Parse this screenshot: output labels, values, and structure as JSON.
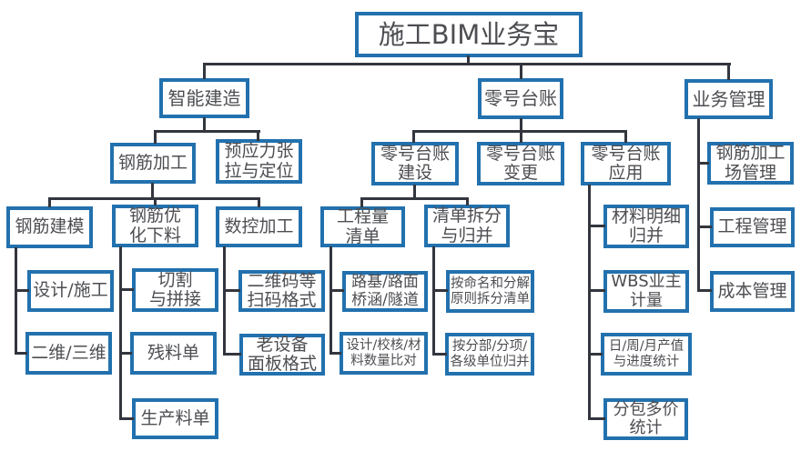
{
  "colors": {
    "box_border": "#2271ae",
    "connector": "#33363e",
    "text": "#4d4e52",
    "background": "#ffffff"
  },
  "diagram": {
    "root": "施工BIM业务宝",
    "smart_construction": {
      "label": "智能建造",
      "prestress": "预应力张\n拉与定位",
      "rebar_processing": {
        "label": "钢筋加工",
        "rebar_modeling": {
          "label": "钢筋建模",
          "design_construction": "设计/施工",
          "two_three_d": "二维/三维"
        },
        "rebar_optimized_cutting": {
          "label": "钢筋优\n化下料",
          "cutting_splicing": "切割\n与拼接",
          "residual_list": "残料单",
          "production_list": "生产料单"
        },
        "cnc_machining": {
          "label": "数控加工",
          "qr_code_formats": "二维码等\n扫码格式",
          "legacy_panel_formats": "老设备\n面板格式"
        }
      }
    },
    "zero_ledger": {
      "label": "零号台账",
      "construction": {
        "label": "零号台账\n建设",
        "boq": {
          "label": "工程量\n清单",
          "road_bridge_tunnel": "路基/路面\n桥涵/隧道",
          "design_check_compare": "设计/校核/材\n料数量比对"
        },
        "split_merge": {
          "label": "清单拆分\n与归并",
          "split_by_naming": "按命名和分解\n原则拆分清单",
          "merge_by_section": "按分部/分项/\n各级单位归并"
        }
      },
      "change": {
        "label": "零号台账\n变更"
      },
      "application": {
        "label": "零号台账\n应用",
        "material_detail_merge": "材料明细\n归并",
        "wbs_owner_measure": "WBS业主\n计量",
        "output_progress_stats": "日/周/月产值\n与进度统计",
        "subcontract_price_stats": "分包多价\n统计"
      }
    },
    "business_mgmt": {
      "label": "业务管理",
      "rebar_yard_mgmt": "钢筋加工\n场管理",
      "project_mgmt": "工程管理",
      "cost_mgmt": "成本管理"
    }
  }
}
